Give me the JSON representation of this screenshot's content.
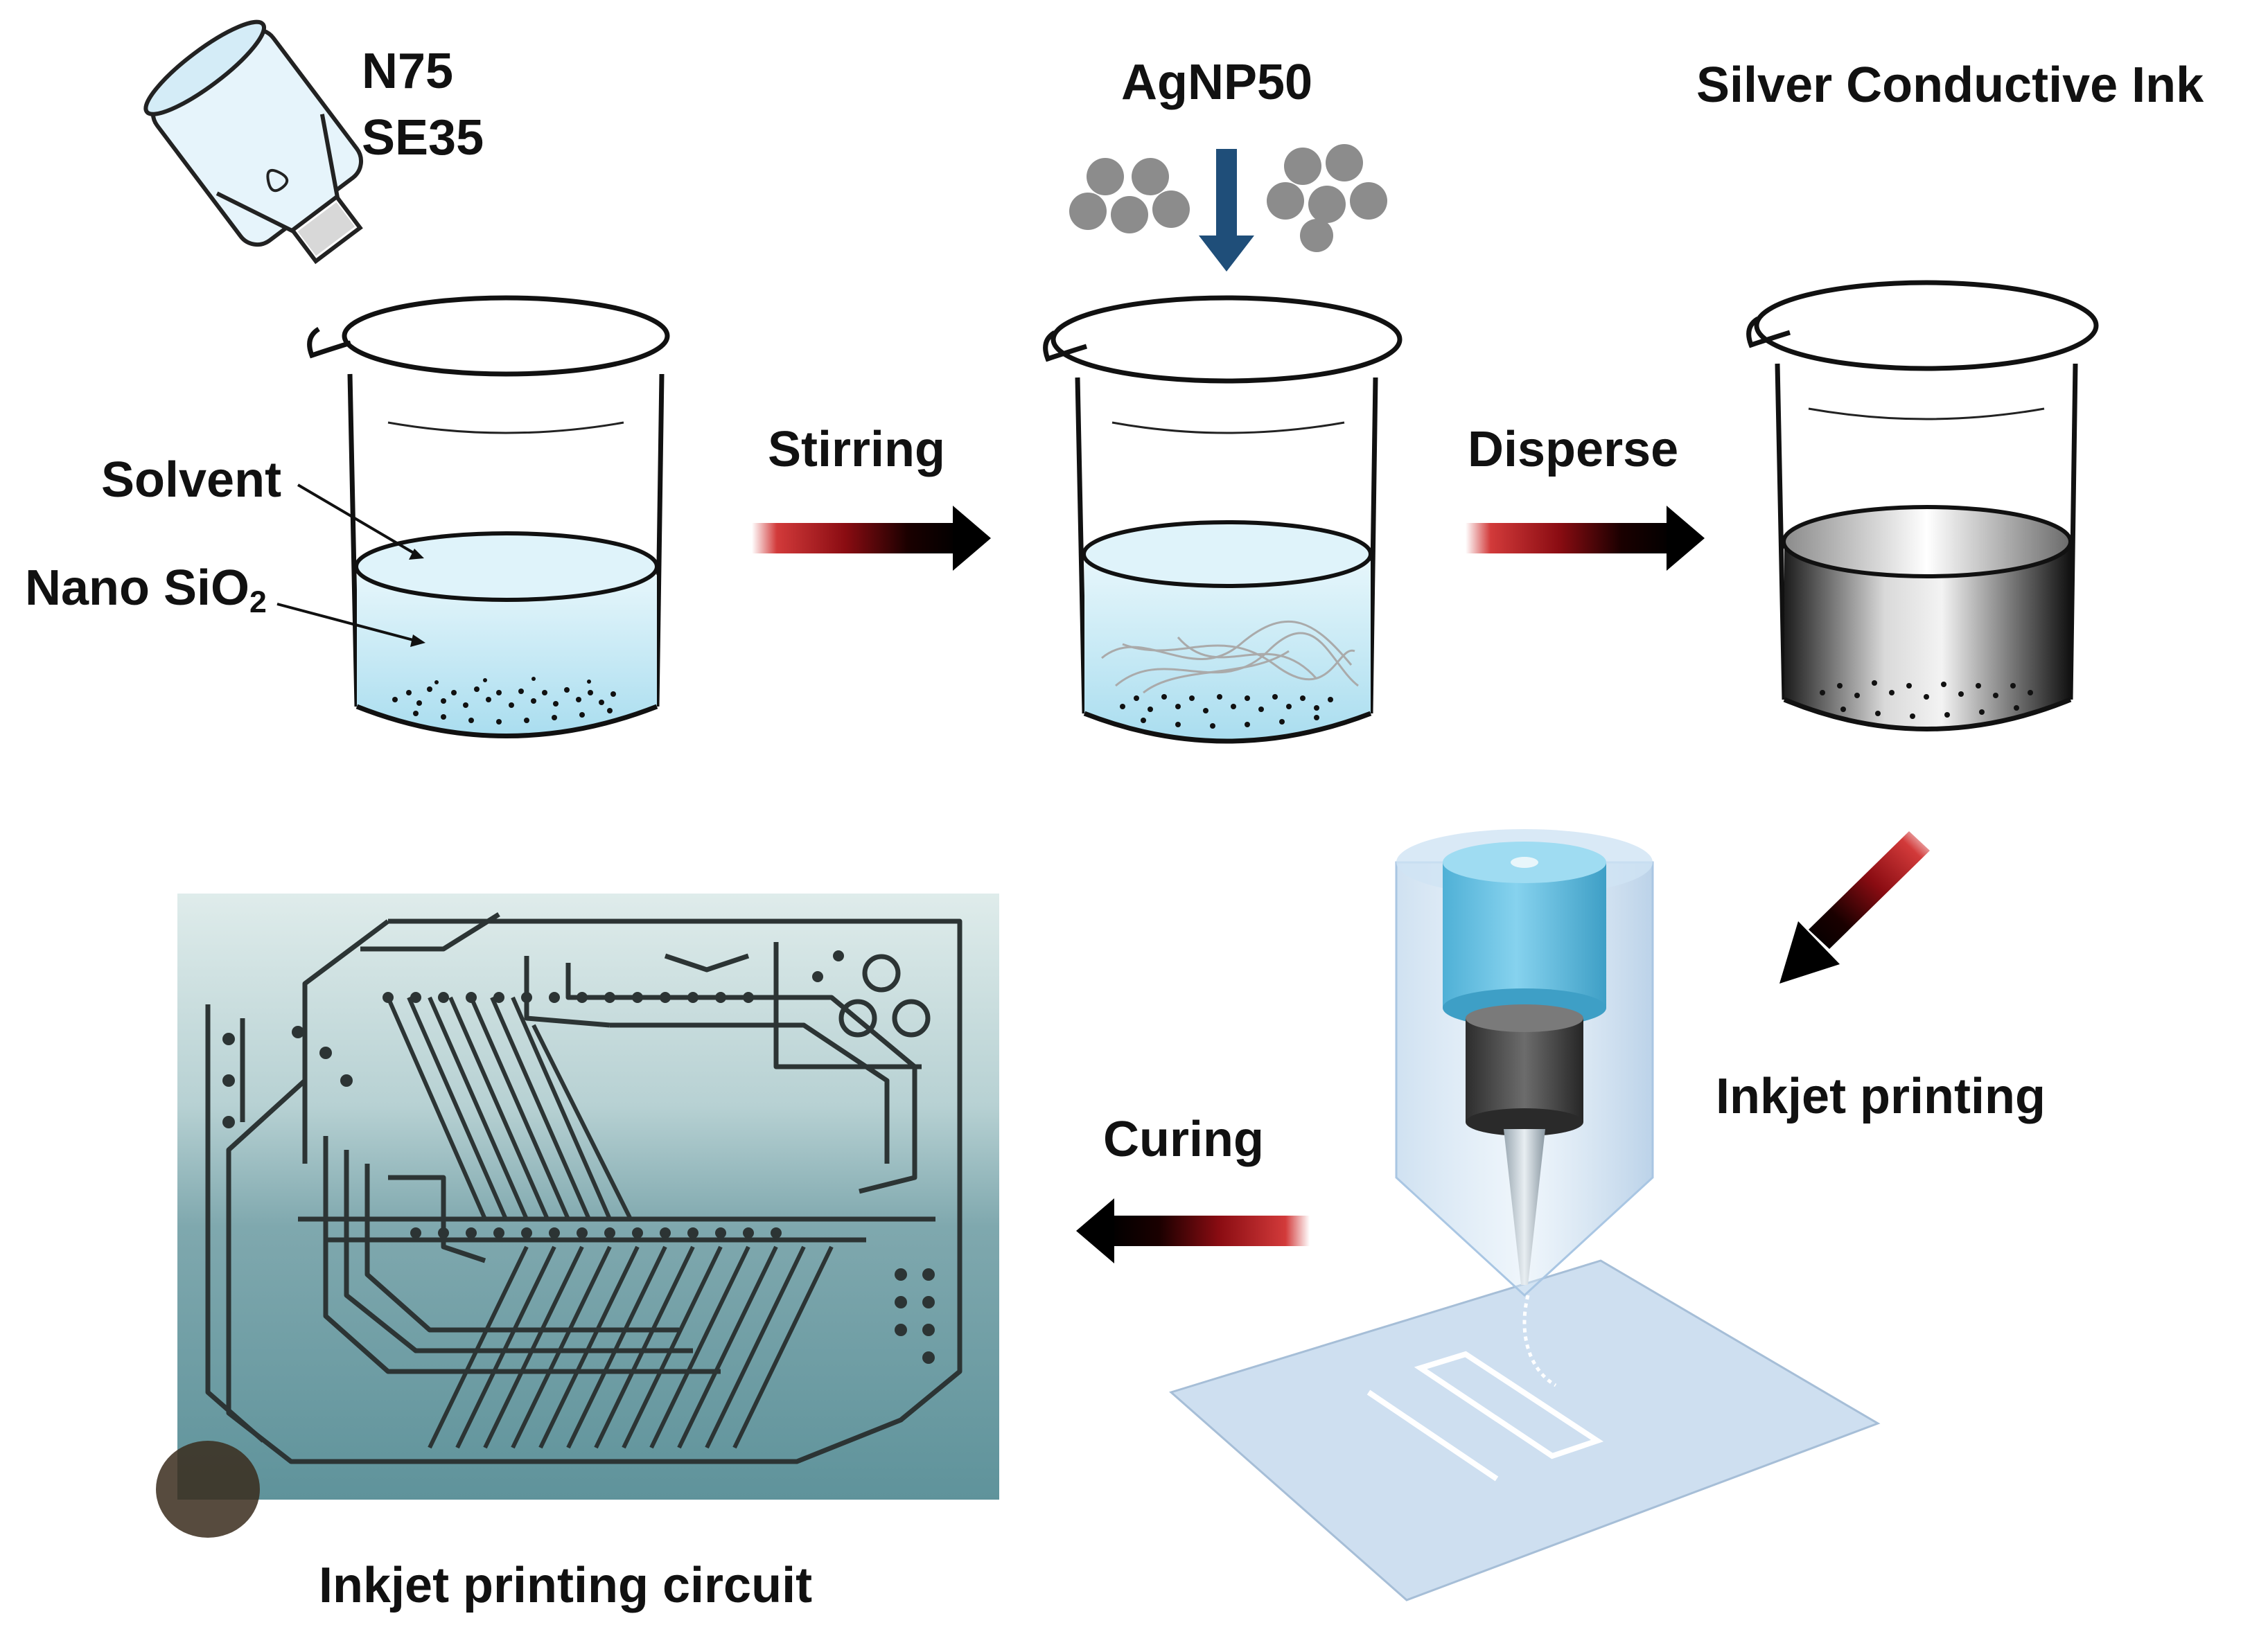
{
  "labels": {
    "powder_line1": "N75",
    "powder_line2": "SE35",
    "nanoparticles": "AgNP50",
    "ink": "Silver Conductive Ink",
    "solvent": "Solvent",
    "nano_sio2_prefix": "Nano SiO",
    "nano_sio2_sub": "2",
    "step_stirring": "Stirring",
    "step_disperse": "Disperse",
    "step_curing": "Curing",
    "step_inkjet": "Inkjet printing",
    "result_circuit": "Inkjet printing circuit"
  },
  "colors": {
    "liquid_blue": "#bfe6f3",
    "arrow_red": "#b0121a",
    "arrow_black": "#000000",
    "particle_gray": "#8c8c8c",
    "down_arrow_blue": "#1f4e79",
    "nozzle_cyan": "#6cc4e4",
    "pcb_teal": "#6f9fa6",
    "ink_gray": "#5a5a5a"
  }
}
